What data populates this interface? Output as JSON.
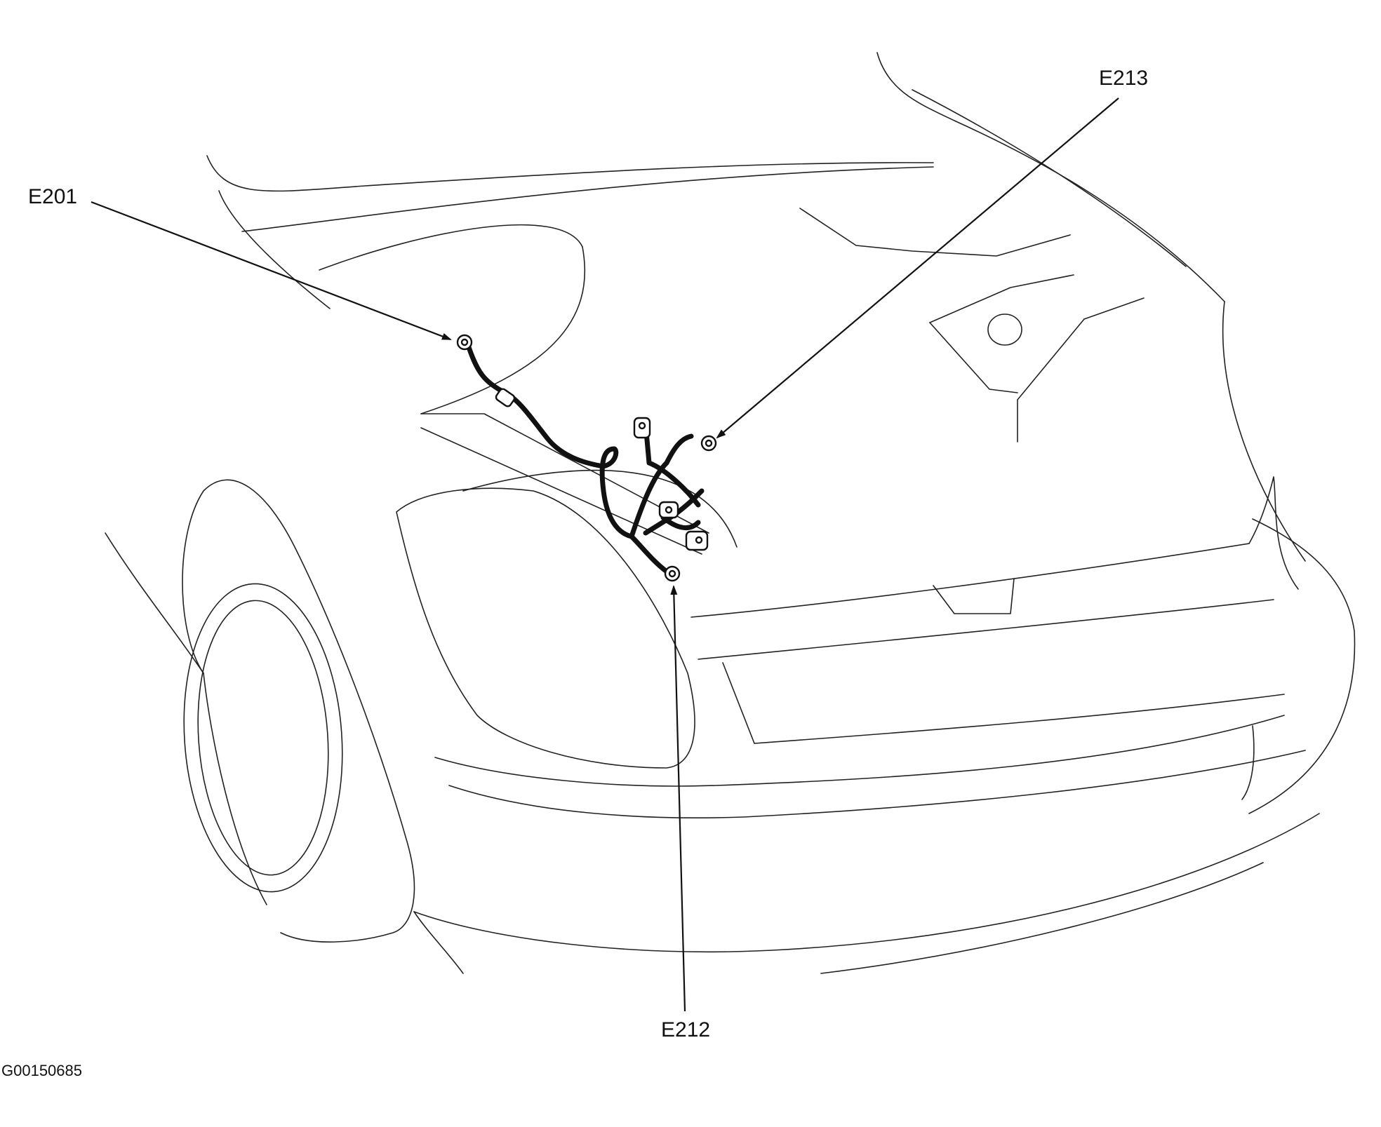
{
  "diagram": {
    "callouts": {
      "e201": "E201",
      "e213": "E213",
      "e212": "E212"
    },
    "figure_id": "G00150685"
  },
  "colors": {
    "line": "#222222",
    "background": "#ffffff"
  }
}
